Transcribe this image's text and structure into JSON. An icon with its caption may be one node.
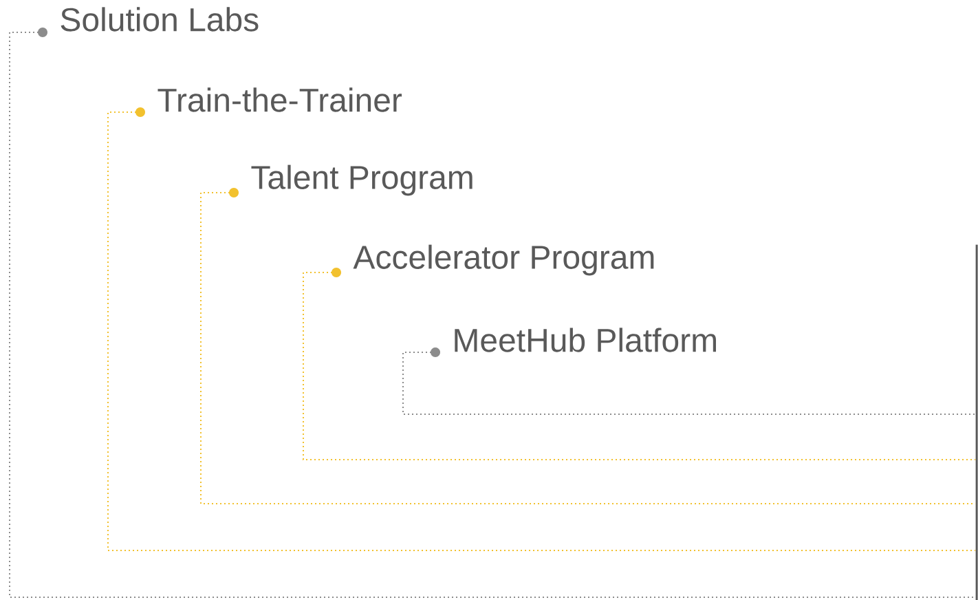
{
  "diagram": {
    "nodes": [
      {
        "text": [
          "Solution Labs"
        ]
      },
      {
        "text": [
          "Train-the-Trainer"
        ]
      },
      {
        "text": [
          "Talent Program"
        ]
      },
      {
        "text": [
          "Accelerator Program"
        ]
      },
      {
        "text": [
          "MeetHub Platform"
        ]
      },
      {
        "text": [],
        "shape": "bar"
      }
    ],
    "edges": [
      {
        "from": 0,
        "to": 5,
        "arrow": "other",
        "color": "#8c8c8c"
      },
      {
        "from": 1,
        "to": 5,
        "arrow": "other",
        "color": "#f2c12e"
      },
      {
        "from": 2,
        "to": 5,
        "arrow": "other",
        "color": "#f2c12e"
      },
      {
        "from": 3,
        "to": 5,
        "arrow": "other",
        "color": "#f2c12e"
      },
      {
        "from": 4,
        "to": 5,
        "arrow": "other",
        "color": "#8c8c8c"
      }
    ]
  }
}
